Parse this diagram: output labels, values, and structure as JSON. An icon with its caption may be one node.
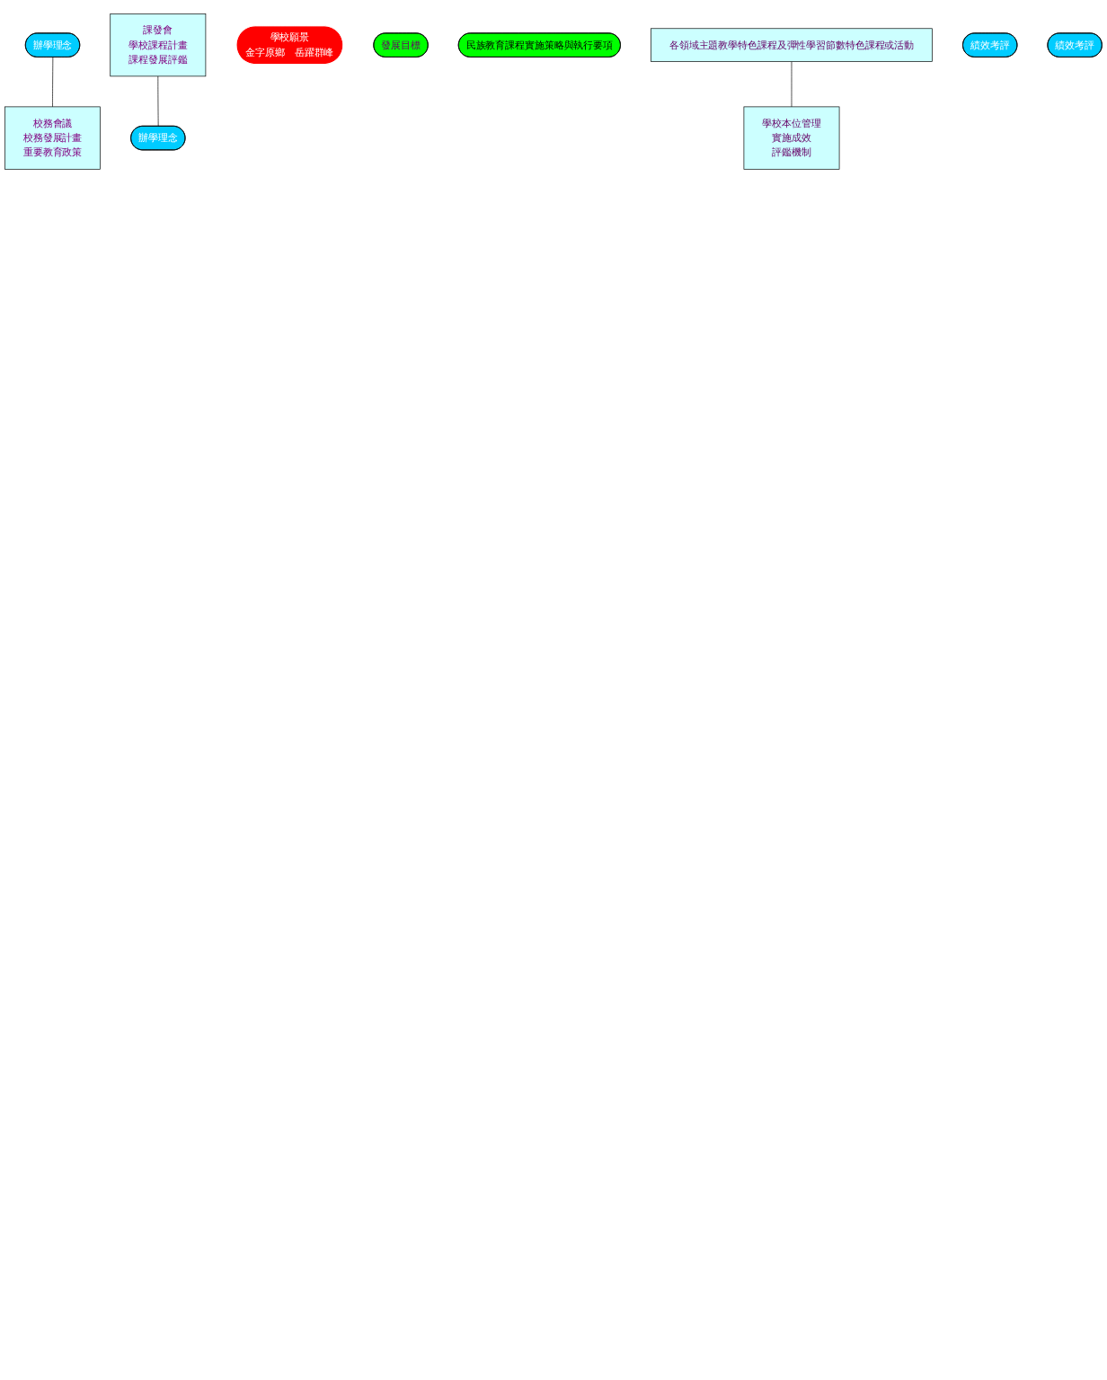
{
  "diagram": {
    "nodes": [
      {
        "text": [
          "辦學理念"
        ]
      },
      {
        "text": [
          "辦學理念"
        ]
      },
      {
        "text": [
          "校務會議",
          "校務發展計畫",
          "重要教育政策"
        ]
      },
      {
        "text": [
          "課發會",
          "學校課程計畫",
          "課程發展評鑑"
        ]
      },
      {
        "text": [
          "學校願景",
          "金字原鄉　岳躍群峰"
        ]
      },
      {
        "text": [
          "發展目標"
        ]
      },
      {
        "text": [
          "民族教育課程實施策略與執行要項"
        ]
      },
      {
        "text": [
          "各領域主題教學特色課程及彈性學習節數特色課程或活動"
        ]
      },
      {
        "text": [
          "學校本位管理",
          "實施成效",
          "評鑑機制"
        ]
      },
      {
        "text": [
          "績效考評"
        ]
      },
      {
        "text": [
          "績效考評"
        ]
      }
    ],
    "edges": [
      {
        "from": 0,
        "to": 2,
        "arrow": "none"
      },
      {
        "from": 3,
        "to": 1,
        "arrow": "none"
      },
      {
        "from": 7,
        "to": 8,
        "arrow": "none"
      }
    ]
  }
}
